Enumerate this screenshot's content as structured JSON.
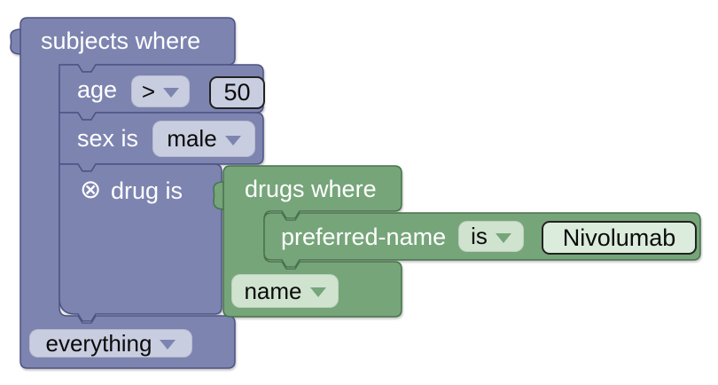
{
  "workspace": {
    "colors": {
      "subjects_block_fill": "#7d84b0",
      "subjects_block_border": "#4d5384",
      "subjects_field_fill": "#c9cde0",
      "drugs_block_fill": "#76a579",
      "drugs_block_border": "#48724c",
      "drugs_field_fill": "#cfe3cf",
      "drugs_input_fill": "#dcecdc",
      "label_text": "#ffffff",
      "value_text": "#0b0b0b",
      "background": "#ffffff"
    },
    "subjects": {
      "title": "subjects where",
      "age": {
        "label": "age",
        "operator": ">",
        "value": "50"
      },
      "sex": {
        "label": "sex is",
        "value": "male"
      },
      "drug": {
        "label": "drug is"
      },
      "footer_value": "everything"
    },
    "drugs": {
      "title": "drugs where",
      "pref": {
        "label": "preferred-name",
        "operator": "is",
        "value": "Nivolumab"
      },
      "footer_value": "name"
    },
    "icons": {
      "circled_x": "⊗"
    }
  }
}
